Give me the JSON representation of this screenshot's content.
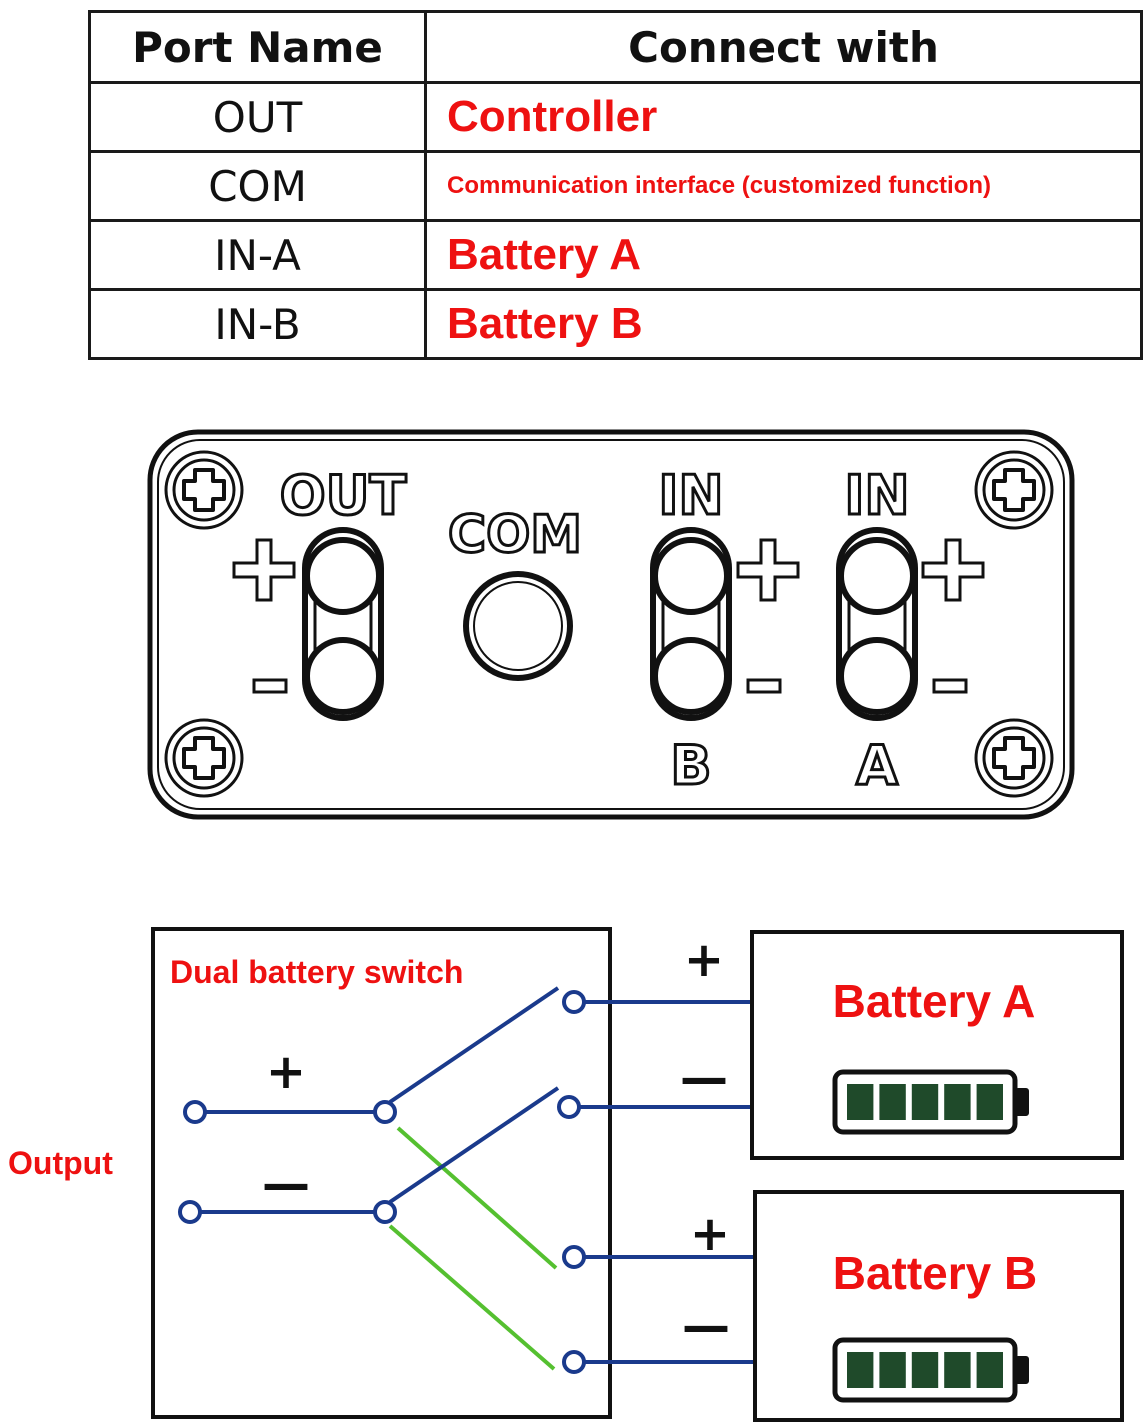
{
  "table": {
    "headers": [
      "Port Name",
      "Connect with"
    ],
    "rows": [
      {
        "port": "OUT",
        "connect": "Controller"
      },
      {
        "port": "COM",
        "connect": "Communication interface (customized function)"
      },
      {
        "port": "IN-A",
        "connect": "Battery A"
      },
      {
        "port": "IN-B",
        "connect": "Battery B"
      }
    ]
  },
  "panel": {
    "out_label": "OUT",
    "com_label": "COM",
    "in_b_label": "IN",
    "in_a_label": "IN",
    "b_label": "B",
    "a_label": "A",
    "plus": "+",
    "minus": "-"
  },
  "wiring": {
    "switch_title": "Dual battery switch",
    "output_label": "Output",
    "plus_sign": "+",
    "minus_sign": "—",
    "battery_a": "Battery A",
    "battery_b": "Battery B",
    "battery_cells": 5
  },
  "colors": {
    "label_red": "#ee1111",
    "wire_blue": "#1a3a8c",
    "wire_green": "#55c030",
    "cell_green": "#1f4a2a"
  }
}
